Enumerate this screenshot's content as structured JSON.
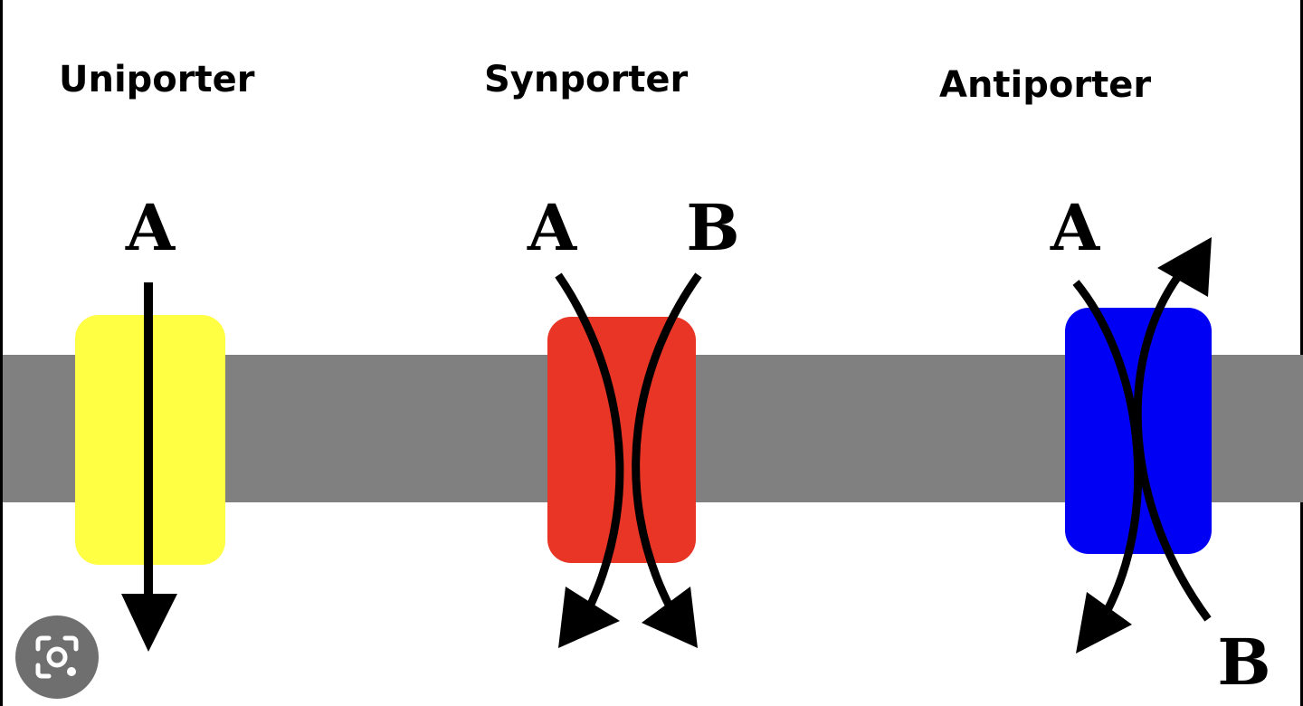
{
  "titles": {
    "uniporter": "Uniporter",
    "synporter": "Synporter",
    "antiporter": "Antiporter"
  },
  "labels": {
    "uniporter_a": "A",
    "synporter_a": "A",
    "synporter_b": "B",
    "antiporter_a": "A",
    "antiporter_b": "B"
  },
  "colors": {
    "membrane": "#808080",
    "uniporter": "#ffff44",
    "synporter": "#e83525",
    "antiporter": "#0000f5",
    "arrow": "#000000"
  },
  "icons": {
    "lens": "visual-search-icon"
  }
}
